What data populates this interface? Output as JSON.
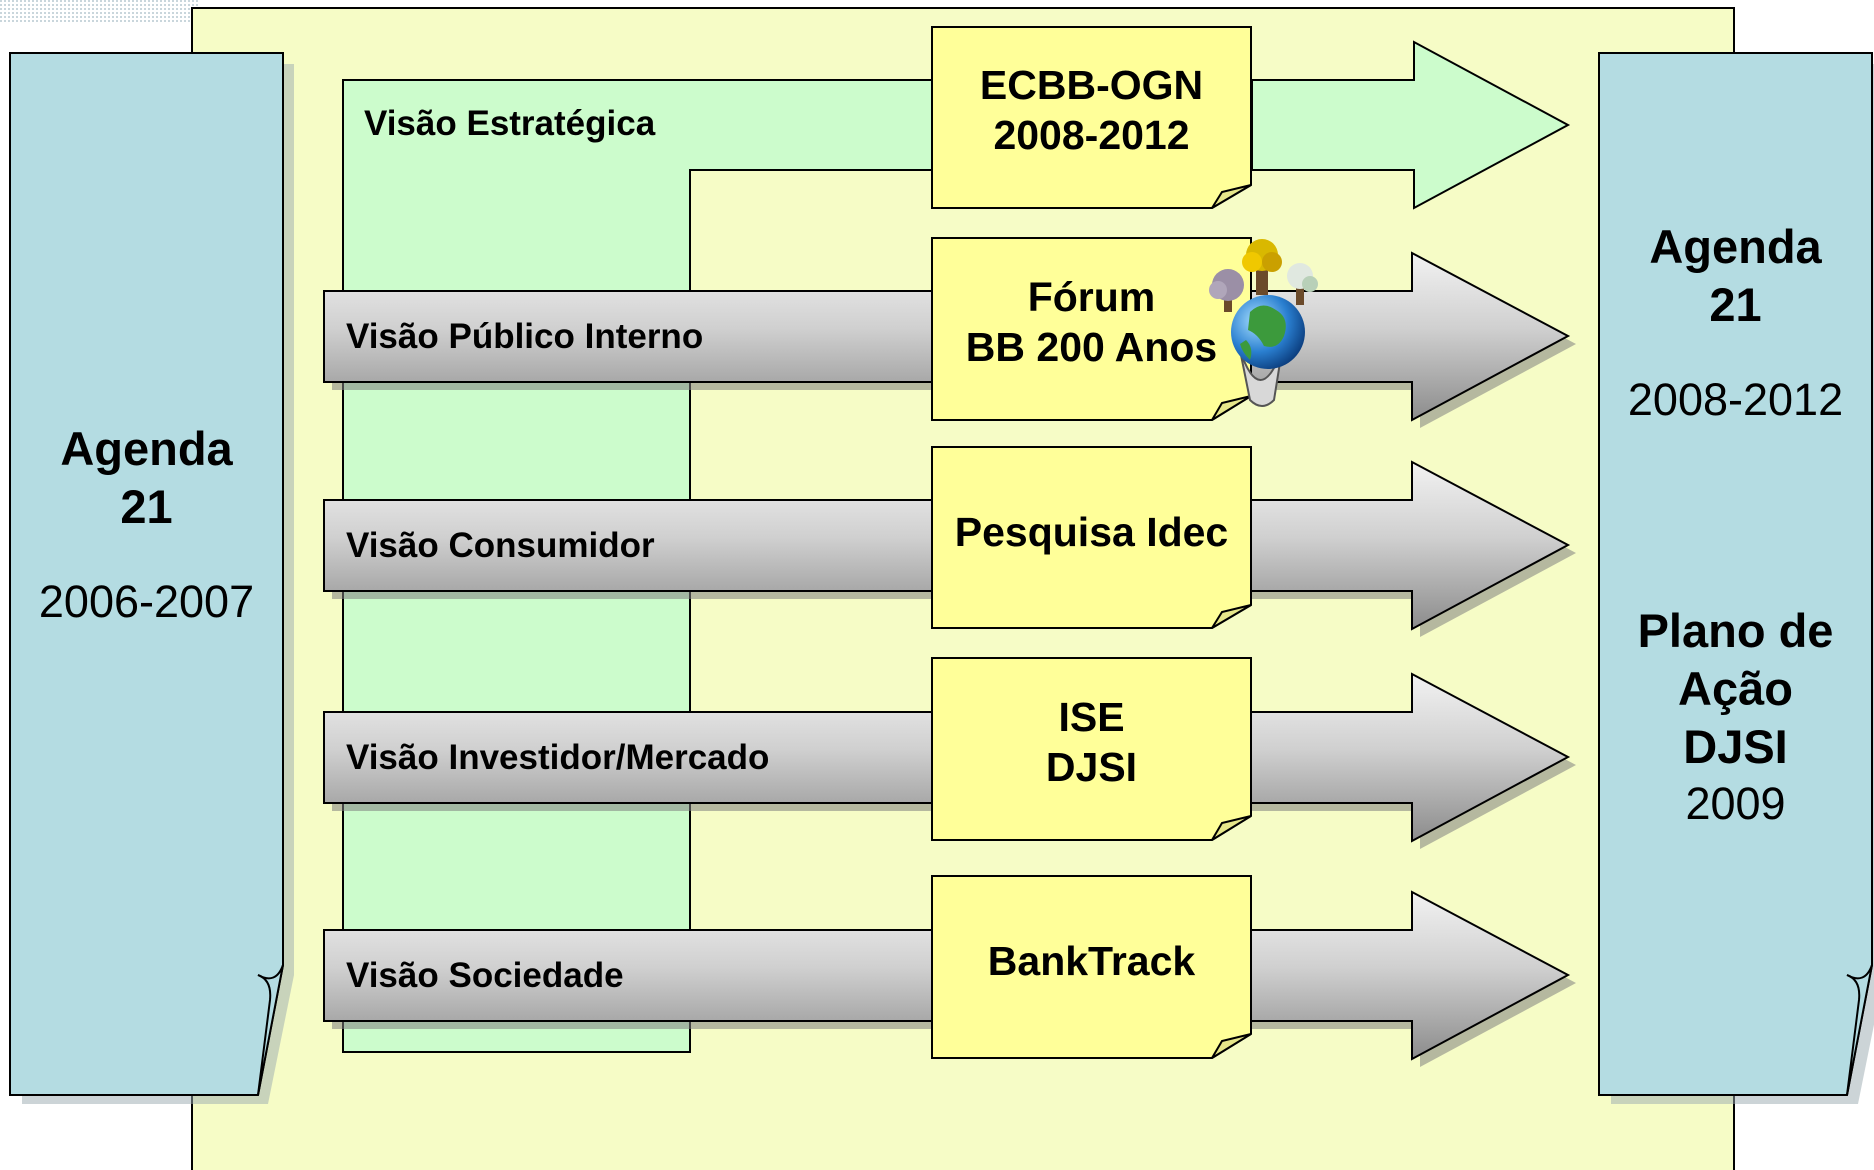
{
  "left_panel": {
    "title_line1": "Agenda",
    "title_line2": "21",
    "years": "2006-2007"
  },
  "right_panel": {
    "title_line1": "Agenda",
    "title_line2": "21",
    "years": "2008-2012",
    "plan_line1": "Plano de",
    "plan_line2": "Ação",
    "plan_line3": "DJSI",
    "plan_year": "2009"
  },
  "rows": [
    {
      "label": "Visão Estratégica",
      "box_line1": "ECBB-OGN",
      "box_line2": "2008-2012",
      "arrow_color": "#ccfccc"
    },
    {
      "label": "Visão Público Interno",
      "box_line1": "Fórum",
      "box_line2": "BB 200 Anos",
      "arrow_color": "#c8c8c8"
    },
    {
      "label": "Visão Consumidor",
      "box_line1": "Pesquisa Idec",
      "box_line2": "",
      "arrow_color": "#c8c8c8"
    },
    {
      "label": "Visão Investidor/Mercado",
      "box_line1": "ISE",
      "box_line2": "DJSI",
      "arrow_color": "#c8c8c8"
    },
    {
      "label": "Visão Sociedade",
      "box_line1": "BankTrack",
      "box_line2": "",
      "arrow_color": "#c8c8c8"
    }
  ],
  "colors": {
    "background_panel": "#f6fcc6",
    "side_panel": "#b4dce2",
    "note_box": "#ffff99",
    "strategic_green": "#ccfccc"
  },
  "icons": {
    "globe": "globe-with-trees-icon"
  }
}
